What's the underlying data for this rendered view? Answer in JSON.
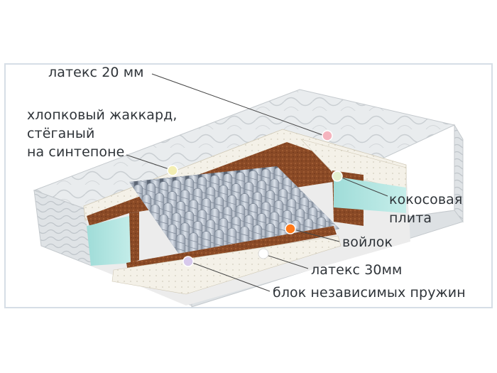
{
  "labels": {
    "latex20": "латекс 20 мм",
    "cotton_line1": "хлопковый жаккард,",
    "cotton_line2": "стёганый",
    "cotton_line3": "на синтепоне",
    "coconut_line1": "кокосовая",
    "coconut_line2": "плита",
    "felt": "войлок",
    "latex30": "латекс 30мм",
    "springs": "блок независимых пружин"
  },
  "colors": {
    "frame": "#d6dee6",
    "marker_latex20": "#f5b4be",
    "marker_cotton": "#f3eeb2",
    "marker_coconut": "#e4f1cf",
    "marker_felt": "#ff7a1a",
    "marker_latex30": "#ffffff",
    "marker_springs": "#d7c9ec"
  }
}
